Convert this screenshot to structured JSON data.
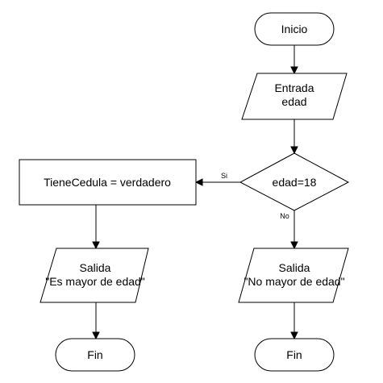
{
  "diagram": {
    "nodes": {
      "inicio": {
        "shape": "terminal",
        "lines": [
          "Inicio"
        ]
      },
      "entrada": {
        "shape": "data",
        "lines": [
          "Entrada",
          "edad"
        ]
      },
      "decision": {
        "shape": "decision",
        "lines": [
          "edad=18"
        ]
      },
      "process": {
        "shape": "process",
        "lines": [
          "TieneCedula = verdadero"
        ]
      },
      "salida_si": {
        "shape": "data",
        "lines": [
          "Salida",
          "\"Es mayor de edad\""
        ]
      },
      "salida_no": {
        "shape": "data",
        "lines": [
          "Salida",
          "\"No mayor de edad\""
        ]
      },
      "fin_left": {
        "shape": "terminal",
        "lines": [
          "Fin"
        ]
      },
      "fin_right": {
        "shape": "terminal",
        "lines": [
          "Fin"
        ]
      }
    },
    "edges": [
      {
        "from": "inicio",
        "to": "entrada",
        "label": ""
      },
      {
        "from": "entrada",
        "to": "decision",
        "label": ""
      },
      {
        "from": "decision",
        "to": "process",
        "label": "Si"
      },
      {
        "from": "decision",
        "to": "salida_no",
        "label": "No"
      },
      {
        "from": "process",
        "to": "salida_si",
        "label": ""
      },
      {
        "from": "salida_si",
        "to": "fin_left",
        "label": ""
      },
      {
        "from": "salida_no",
        "to": "fin_right",
        "label": ""
      }
    ]
  }
}
